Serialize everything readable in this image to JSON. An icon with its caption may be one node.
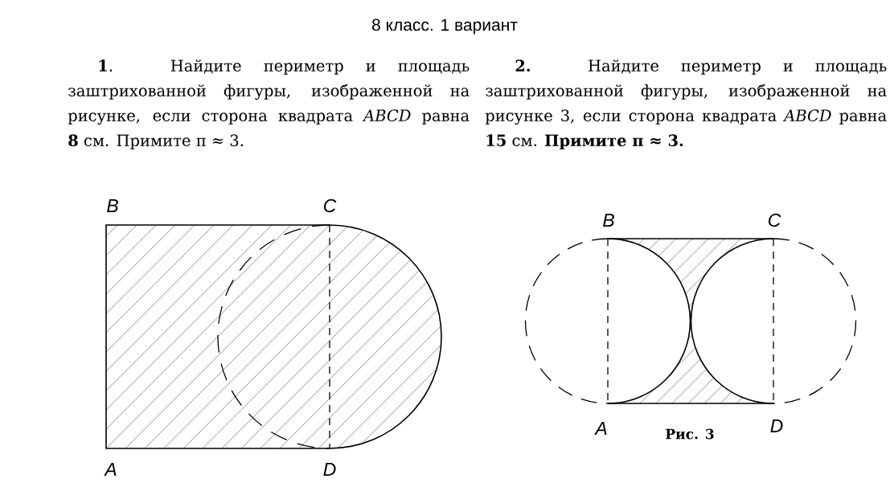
{
  "diagram": {
    "title": "8 класс. 1 вариант",
    "labels": [
      "**1**. Найдите периметр и площадь заштрихованной фигуры, изображенной на рисунке, если сторона квадрата *ABCD* равна **8** см. Примите π ≈ 3.",
      "**2.** Найдите периметр и площадь заштрихованной фигуры, изображенной на рисунке 3, если сторона квадрата *ABCD* равна **15** см. **Примите π ≈ 3.**",
      "B",
      "C",
      "A",
      "D",
      "B",
      "C",
      "A",
      "Рис. 3",
      "D"
    ]
  }
}
